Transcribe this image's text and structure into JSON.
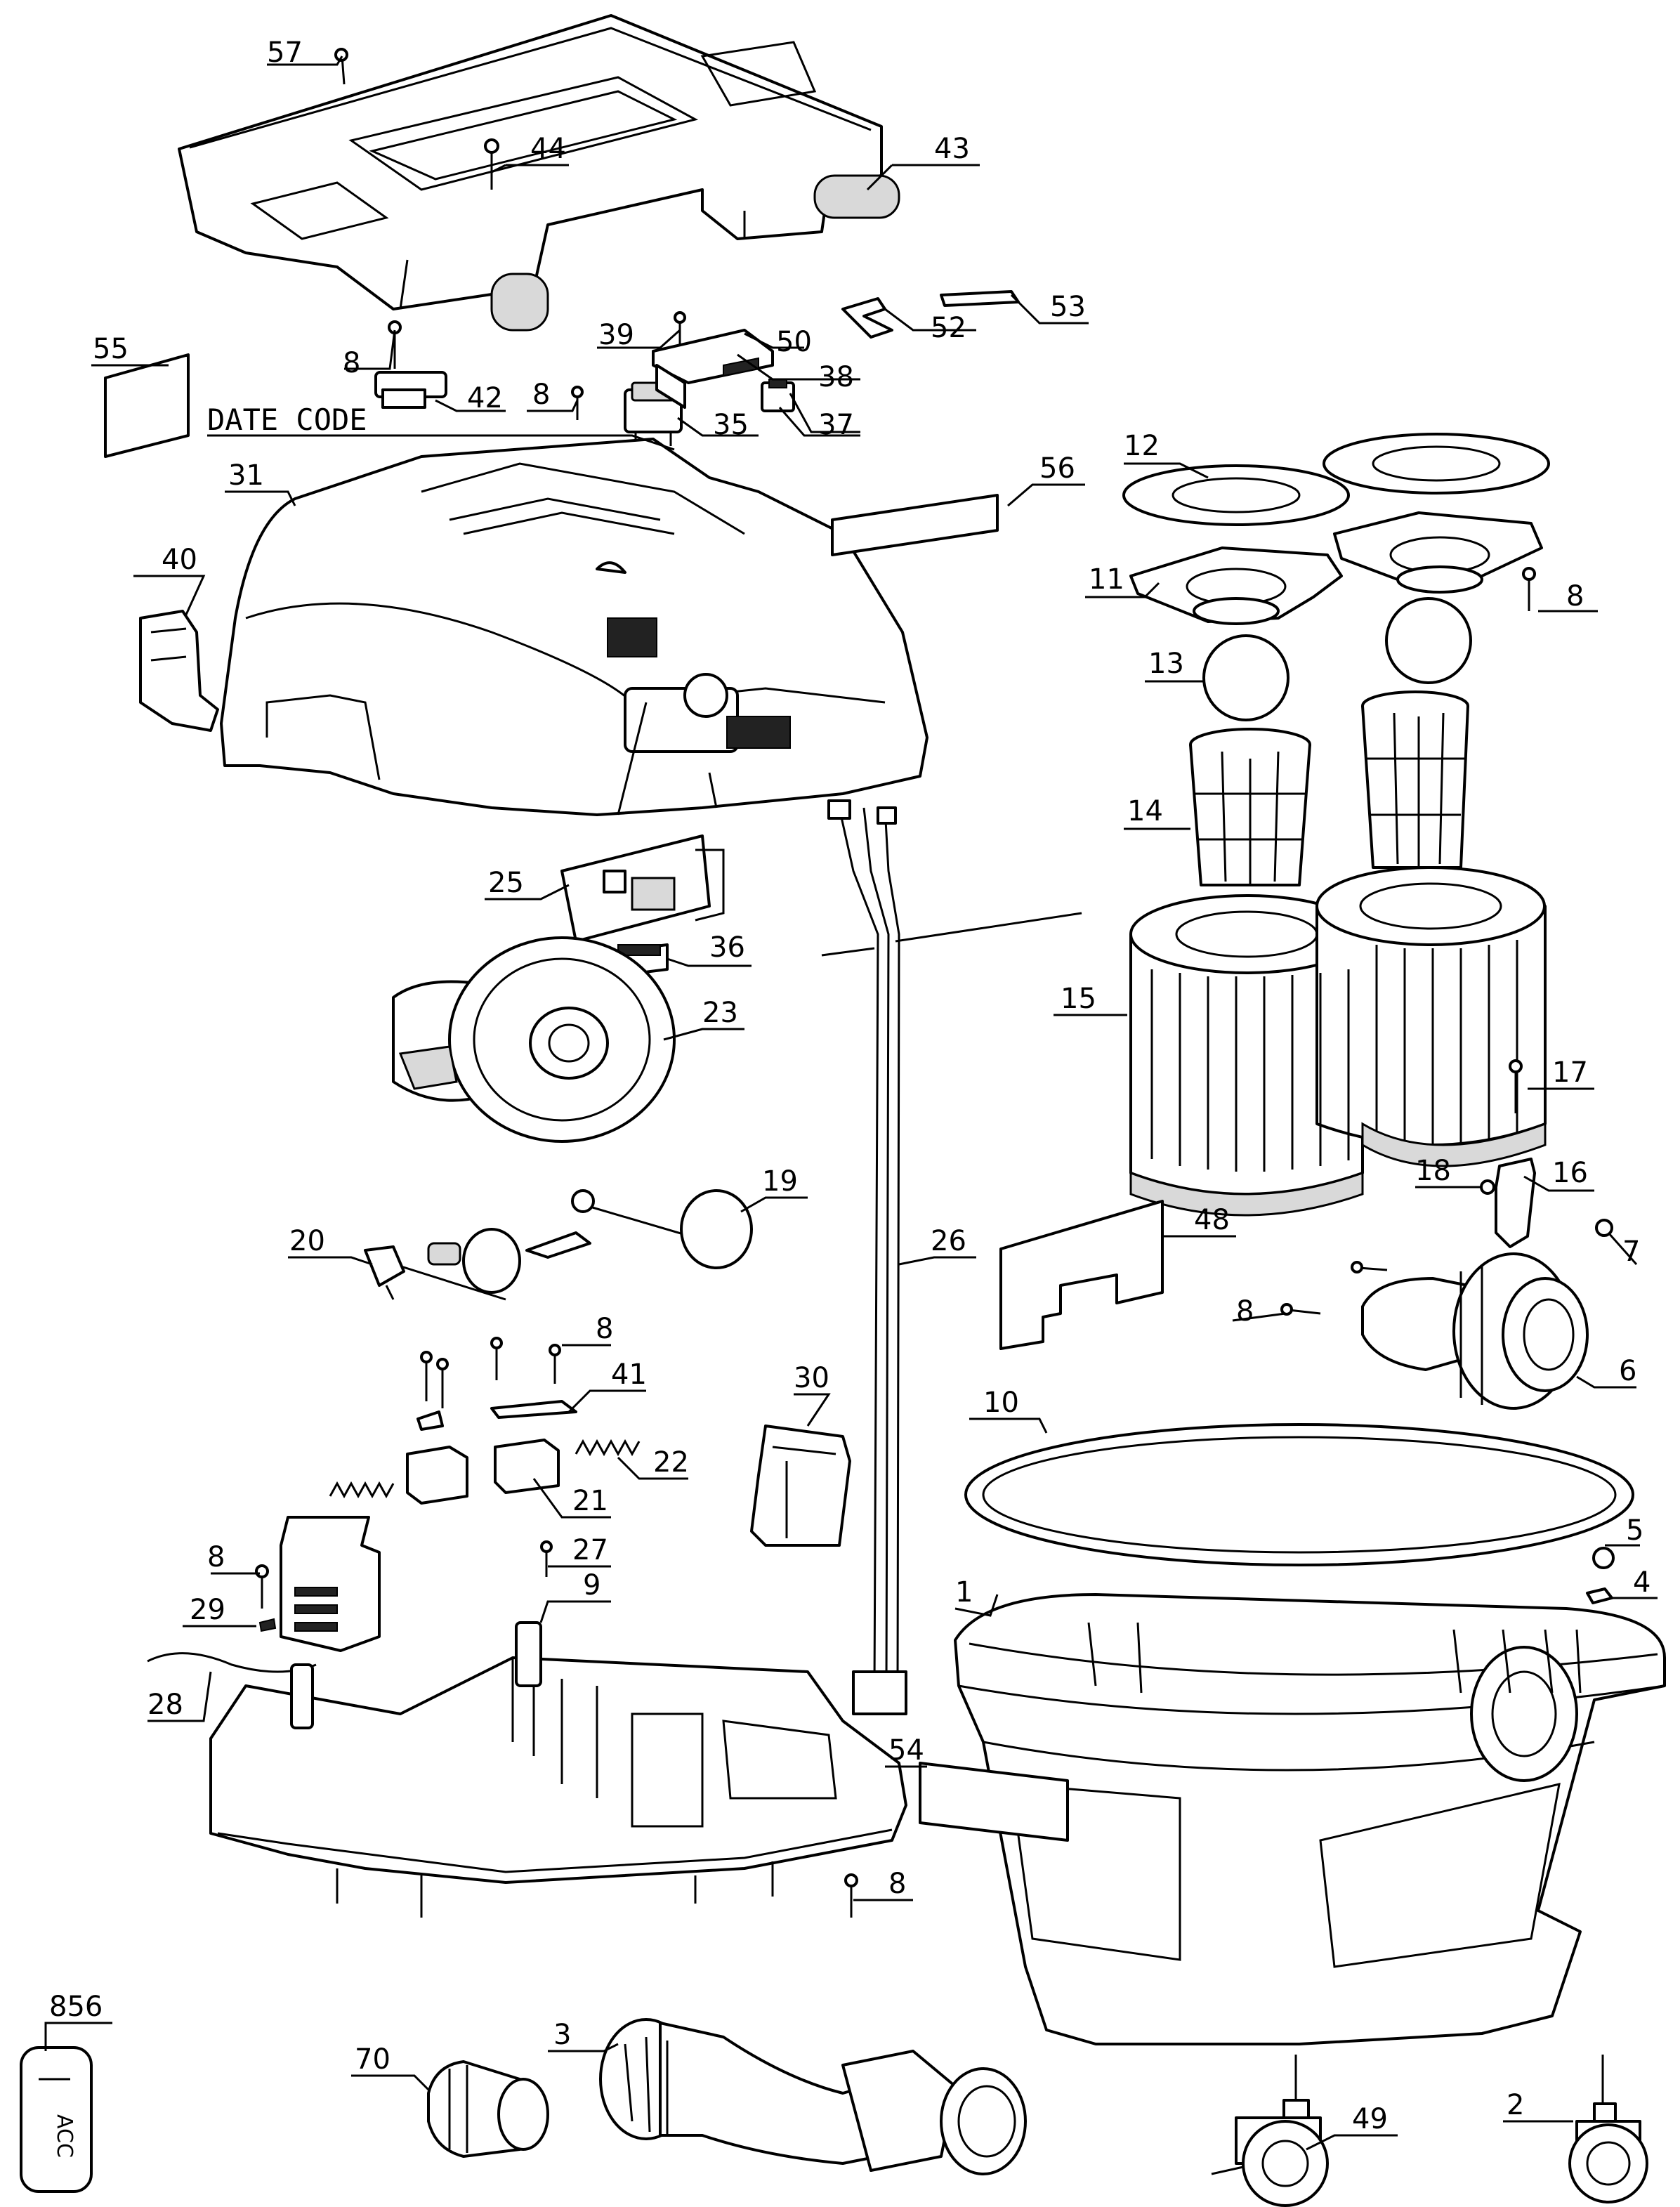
{
  "diagram": {
    "date_code_label": "DATE CODE",
    "acc_tag": "ACC",
    "callouts": [
      {
        "id": "c57",
        "text": "57"
      },
      {
        "id": "c44",
        "text": "44"
      },
      {
        "id": "c43",
        "text": "43"
      },
      {
        "id": "c53",
        "text": "53"
      },
      {
        "id": "c52",
        "text": "52"
      },
      {
        "id": "c39",
        "text": "39"
      },
      {
        "id": "c50",
        "text": "50"
      },
      {
        "id": "c38",
        "text": "38"
      },
      {
        "id": "c55",
        "text": "55"
      },
      {
        "id": "c8a",
        "text": "8"
      },
      {
        "id": "c42",
        "text": "42"
      },
      {
        "id": "c8b",
        "text": "8"
      },
      {
        "id": "c35",
        "text": "35"
      },
      {
        "id": "c37",
        "text": "37"
      },
      {
        "id": "c12",
        "text": "12"
      },
      {
        "id": "c56",
        "text": "56"
      },
      {
        "id": "c31",
        "text": "31"
      },
      {
        "id": "c40",
        "text": "40"
      },
      {
        "id": "c11",
        "text": "11"
      },
      {
        "id": "c8c",
        "text": "8"
      },
      {
        "id": "c13",
        "text": "13"
      },
      {
        "id": "c14",
        "text": "14"
      },
      {
        "id": "c25",
        "text": "25"
      },
      {
        "id": "c36",
        "text": "36"
      },
      {
        "id": "c15",
        "text": "15"
      },
      {
        "id": "c23",
        "text": "23"
      },
      {
        "id": "c17",
        "text": "17"
      },
      {
        "id": "c18",
        "text": "18"
      },
      {
        "id": "c16",
        "text": "16"
      },
      {
        "id": "c19",
        "text": "19"
      },
      {
        "id": "c48",
        "text": "48"
      },
      {
        "id": "c20",
        "text": "20"
      },
      {
        "id": "c26",
        "text": "26"
      },
      {
        "id": "c7",
        "text": "7"
      },
      {
        "id": "c8d",
        "text": "8"
      },
      {
        "id": "c6",
        "text": "6"
      },
      {
        "id": "c8e",
        "text": "8"
      },
      {
        "id": "c41",
        "text": "41"
      },
      {
        "id": "c30",
        "text": "30"
      },
      {
        "id": "c10",
        "text": "10"
      },
      {
        "id": "c22",
        "text": "22"
      },
      {
        "id": "c21",
        "text": "21"
      },
      {
        "id": "c5",
        "text": "5"
      },
      {
        "id": "c8f",
        "text": "8"
      },
      {
        "id": "c27",
        "text": "27"
      },
      {
        "id": "c4",
        "text": "4"
      },
      {
        "id": "c29",
        "text": "29"
      },
      {
        "id": "c9",
        "text": "9"
      },
      {
        "id": "c1",
        "text": "1"
      },
      {
        "id": "c28",
        "text": "28"
      },
      {
        "id": "c54",
        "text": "54"
      },
      {
        "id": "c8g",
        "text": "8"
      },
      {
        "id": "c856",
        "text": "856"
      },
      {
        "id": "c3",
        "text": "3"
      },
      {
        "id": "c70",
        "text": "70"
      },
      {
        "id": "c2",
        "text": "2"
      },
      {
        "id": "c49",
        "text": "49"
      }
    ]
  }
}
